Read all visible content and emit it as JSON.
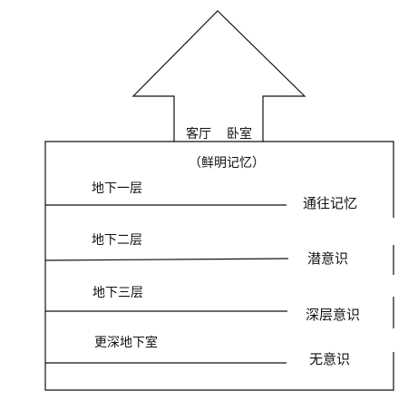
{
  "diagram": {
    "roof_room_labels": {
      "living_room": "客厅",
      "bedroom": "卧室"
    },
    "roof_caption": "（鲜明记忆）",
    "floors": [
      {
        "label": "地下一层",
        "meaning": "通往记忆"
      },
      {
        "label": "地下二层",
        "meaning": "潜意识"
      },
      {
        "label": "地下三层",
        "meaning": "深层意识"
      },
      {
        "label": "更深地下室",
        "meaning": "无意识"
      }
    ]
  }
}
